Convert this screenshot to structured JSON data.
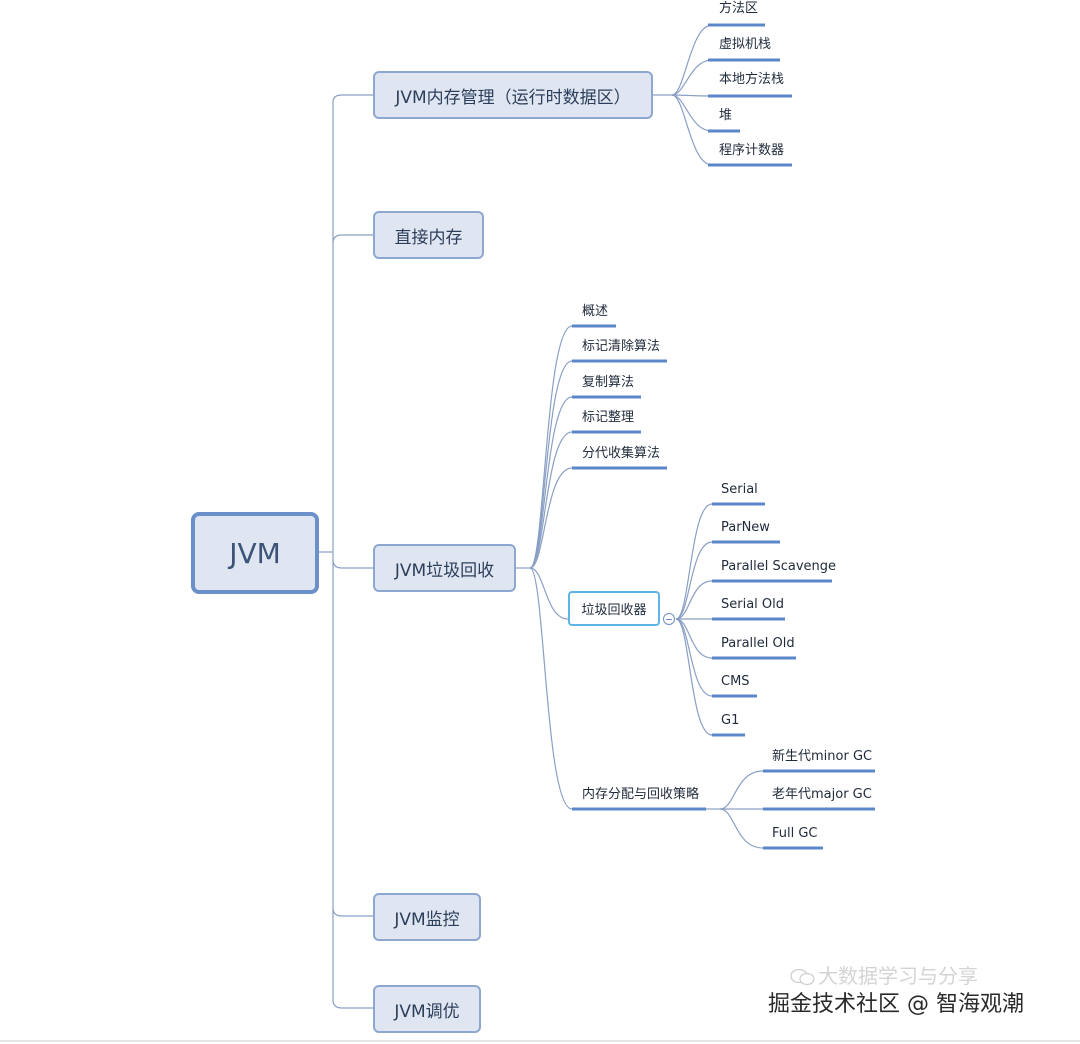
{
  "mindmap": {
    "root": "JVM",
    "memory": {
      "title": "JVM内存管理（运行时数据区）",
      "children": [
        "方法区",
        "虚拟机栈",
        "本地方法栈",
        "堆",
        "程序计数器"
      ]
    },
    "direct_memory": {
      "title": "直接内存"
    },
    "gc": {
      "title": "JVM垃圾回收",
      "children": [
        "概述",
        "标记清除算法",
        "复制算法",
        "标记整理",
        "分代收集算法"
      ],
      "collectors": {
        "title": "垃圾回收器",
        "children": [
          "Serial",
          "ParNew",
          "Parallel Scavenge",
          "Serial Old",
          "Parallel Old",
          "CMS",
          "G1"
        ]
      },
      "allocation": {
        "title": "内存分配与回收策略",
        "children": [
          "新生代minor GC",
          "老年代major GC",
          "Full GC"
        ]
      }
    },
    "monitoring": {
      "title": "JVM监控"
    },
    "tuning": {
      "title": "JVM调优"
    }
  },
  "watermark": {
    "text": "掘金技术社区 @ 智海观潮",
    "faint_text": "大数据学习与分享"
  },
  "colors": {
    "line": "#7f98c0",
    "underline": "#5b86c8",
    "node_fill": "#dfe6f2",
    "node_border": "#8da7d0",
    "selected_border": "#5fb4e6"
  }
}
